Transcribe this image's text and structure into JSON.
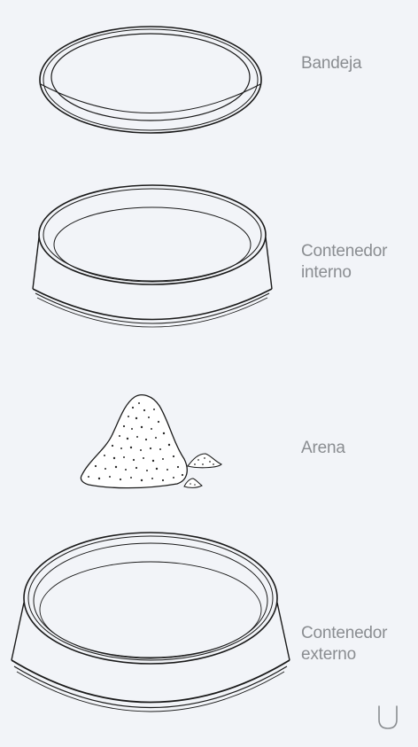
{
  "labels": {
    "bandeja": "Bandeja",
    "contenedor_interno": [
      "Contenedor",
      "interno"
    ],
    "arena": "Arena",
    "contenedor_externo": [
      "Contenedor",
      "externo"
    ]
  },
  "icons": {
    "bottom_right": "u-shape-icon"
  },
  "colors": {
    "background": "#f2f4f8",
    "line": "#1a1a1a",
    "label_text": "#8a8d91"
  }
}
